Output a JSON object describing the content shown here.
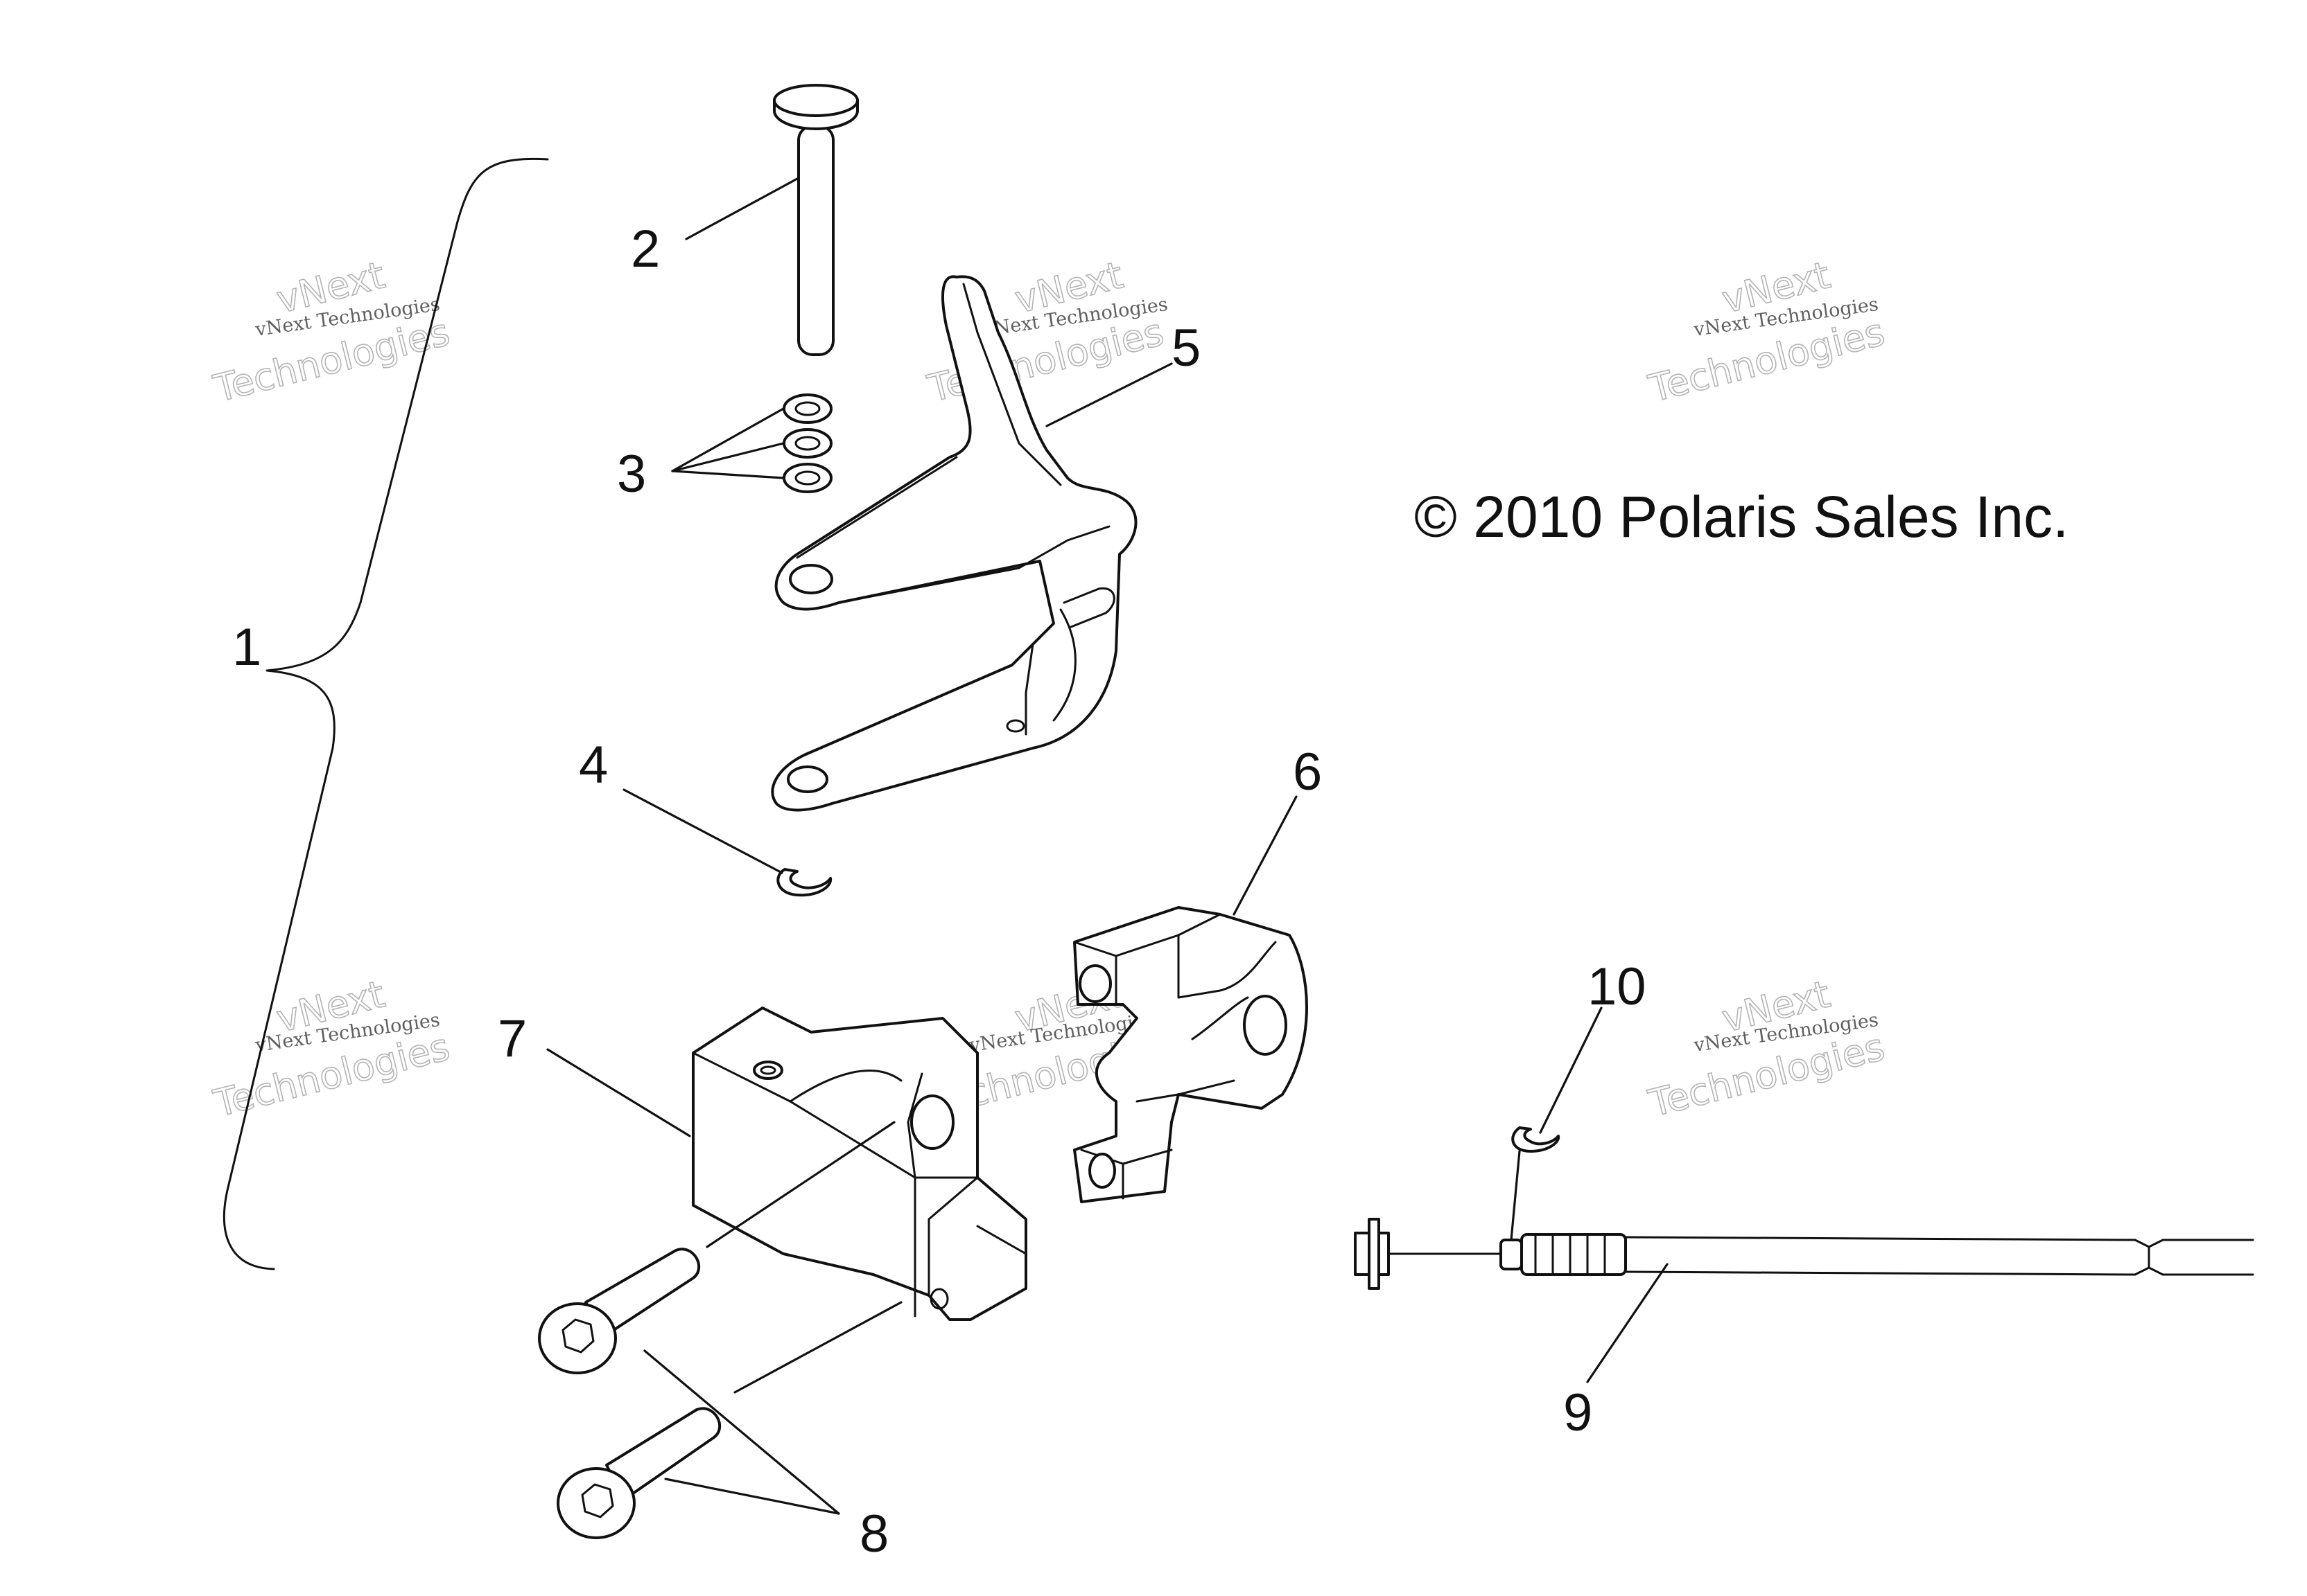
{
  "diagram": {
    "copyright": "© 2010 Polaris Sales Inc.",
    "watermark": {
      "line1": "vNext Technologies",
      "line2": "vNext",
      "line3": "Technologies"
    },
    "callouts": [
      {
        "id": "1",
        "label": "1"
      },
      {
        "id": "2",
        "label": "2"
      },
      {
        "id": "3",
        "label": "3"
      },
      {
        "id": "4",
        "label": "4"
      },
      {
        "id": "5",
        "label": "5"
      },
      {
        "id": "6",
        "label": "6"
      },
      {
        "id": "7",
        "label": "7"
      },
      {
        "id": "8",
        "label": "8"
      },
      {
        "id": "9",
        "label": "9"
      },
      {
        "id": "10",
        "label": "10"
      }
    ],
    "parts": [
      {
        "callout": "1",
        "icon": "assembly-bracket-icon"
      },
      {
        "callout": "2",
        "icon": "pin-icon"
      },
      {
        "callout": "3",
        "icon": "washer-icon"
      },
      {
        "callout": "4",
        "icon": "e-clip-icon"
      },
      {
        "callout": "5",
        "icon": "lever-icon"
      },
      {
        "callout": "6",
        "icon": "clamp-half-icon"
      },
      {
        "callout": "7",
        "icon": "housing-block-icon"
      },
      {
        "callout": "8",
        "icon": "socket-cap-screw-icon"
      },
      {
        "callout": "9",
        "icon": "cable-icon"
      },
      {
        "callout": "10",
        "icon": "e-clip-icon"
      }
    ]
  }
}
